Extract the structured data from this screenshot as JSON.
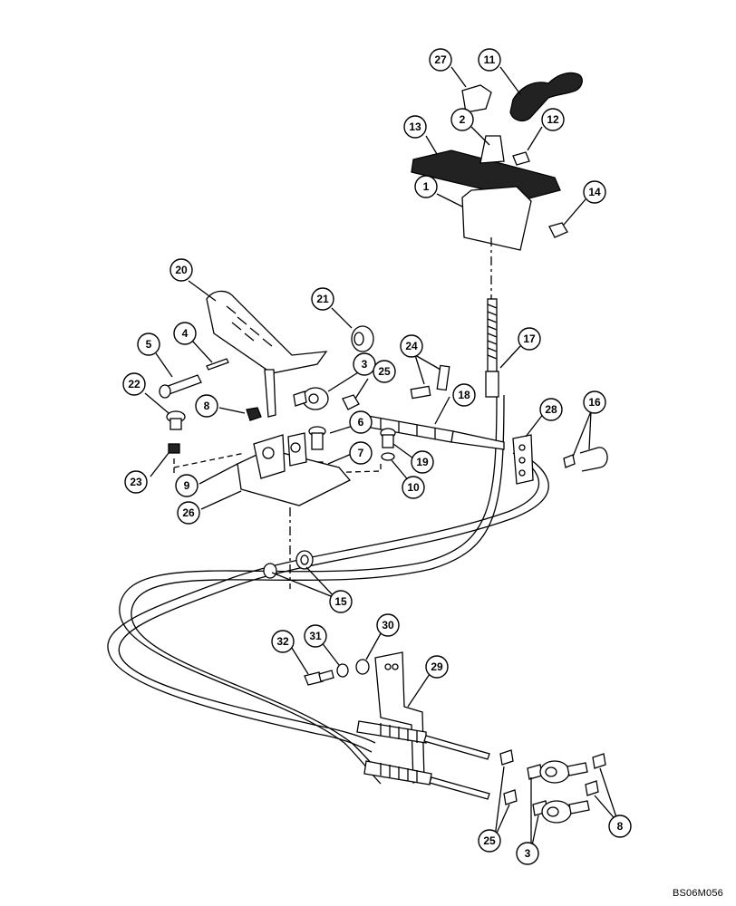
{
  "drawing_code": "BS06M056",
  "callouts": [
    {
      "id": "27",
      "label": "27"
    },
    {
      "id": "11",
      "label": "11"
    },
    {
      "id": "2",
      "label": "2"
    },
    {
      "id": "12",
      "label": "12"
    },
    {
      "id": "13",
      "label": "13"
    },
    {
      "id": "1",
      "label": "1"
    },
    {
      "id": "14",
      "label": "14"
    },
    {
      "id": "20",
      "label": "20"
    },
    {
      "id": "21",
      "label": "21"
    },
    {
      "id": "17",
      "label": "17"
    },
    {
      "id": "5",
      "label": "5"
    },
    {
      "id": "4",
      "label": "4"
    },
    {
      "id": "24",
      "label": "24"
    },
    {
      "id": "3a",
      "label": "3"
    },
    {
      "id": "25a",
      "label": "25"
    },
    {
      "id": "22",
      "label": "22"
    },
    {
      "id": "8a",
      "label": "8"
    },
    {
      "id": "18",
      "label": "18"
    },
    {
      "id": "16",
      "label": "16"
    },
    {
      "id": "6",
      "label": "6"
    },
    {
      "id": "28",
      "label": "28"
    },
    {
      "id": "7",
      "label": "7"
    },
    {
      "id": "19",
      "label": "19"
    },
    {
      "id": "23",
      "label": "23"
    },
    {
      "id": "9",
      "label": "9"
    },
    {
      "id": "10",
      "label": "10"
    },
    {
      "id": "26",
      "label": "26"
    },
    {
      "id": "15",
      "label": "15"
    },
    {
      "id": "30",
      "label": "30"
    },
    {
      "id": "31",
      "label": "31"
    },
    {
      "id": "32",
      "label": "32"
    },
    {
      "id": "29",
      "label": "29"
    },
    {
      "id": "25b",
      "label": "25"
    },
    {
      "id": "8b",
      "label": "8"
    },
    {
      "id": "3b",
      "label": "3"
    }
  ]
}
